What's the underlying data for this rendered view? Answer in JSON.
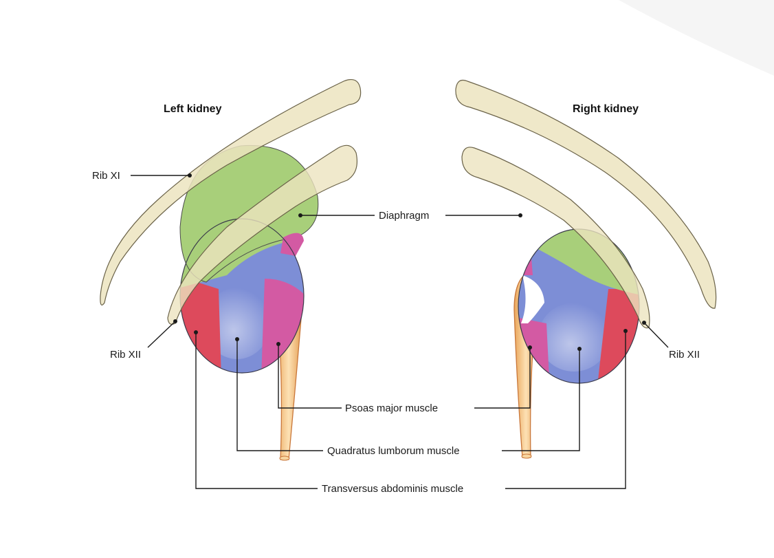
{
  "titles": {
    "left": "Left kidney",
    "right": "Right kidney"
  },
  "labels": {
    "rib_xi": "Rib XI",
    "rib_xii_left": "Rib XII",
    "rib_xii_right": "Rib XII",
    "diaphragm": "Diaphragm",
    "psoas": "Psoas major muscle",
    "quadratus": "Quadratus lumborum muscle",
    "transversus": "Transversus abdominis muscle"
  },
  "colors": {
    "diaphragm": "#a8cf7a",
    "quadratus": "#7d8ed6",
    "psoas": "#d35aa3",
    "transversus": "#dd4a5c",
    "rib": "#ece4bf",
    "psoas_tendon": "#f2c27a"
  }
}
